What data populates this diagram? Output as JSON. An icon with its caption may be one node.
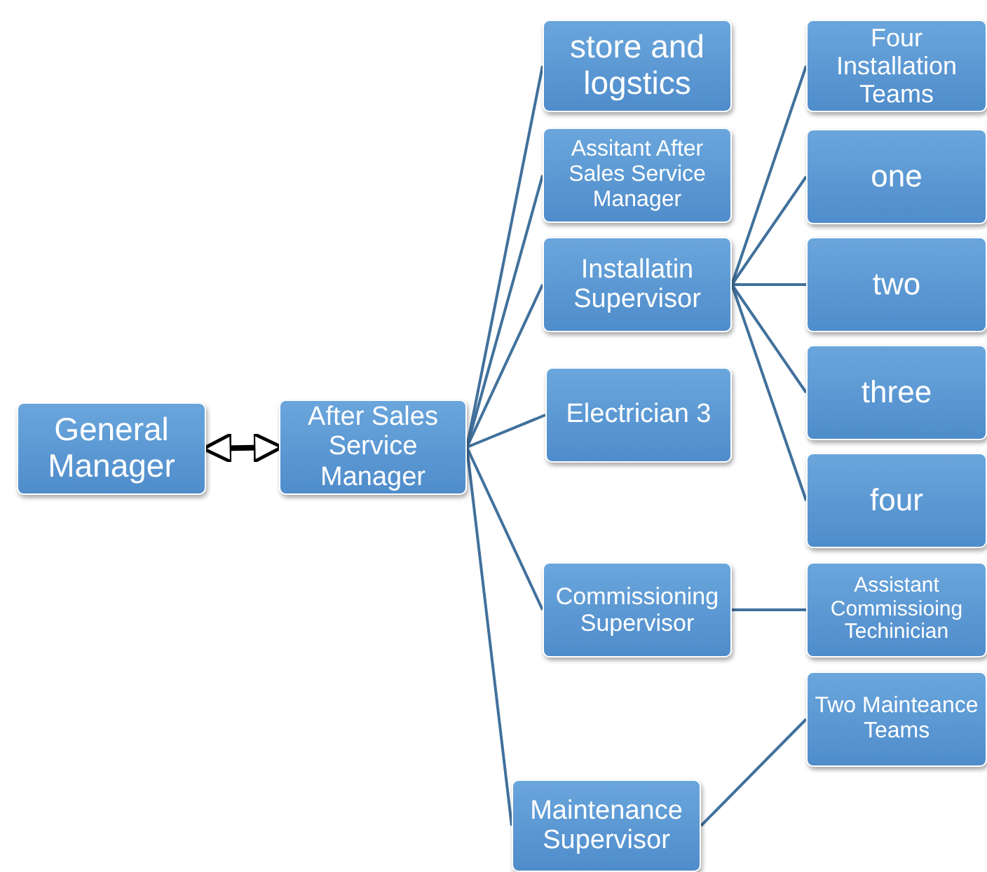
{
  "diagram": {
    "nodes": [
      {
        "text": [
          "General Manager"
        ]
      },
      {
        "text": [
          "After Sales Service Manager"
        ]
      },
      {
        "text": [
          "store and logstics"
        ]
      },
      {
        "text": [
          "Assitant After Sales Service Manager"
        ]
      },
      {
        "text": [
          "Installatin Supervisor"
        ]
      },
      {
        "text": [
          "Electrician 3"
        ]
      },
      {
        "text": [
          "Commissioning Supervisor"
        ]
      },
      {
        "text": [
          "Maintenance Supervisor"
        ]
      },
      {
        "text": [
          "Four Installation Teams"
        ]
      },
      {
        "text": [
          "one"
        ]
      },
      {
        "text": [
          "two"
        ]
      },
      {
        "text": [
          "three"
        ]
      },
      {
        "text": [
          "four"
        ]
      },
      {
        "text": [
          "Assistant Commissioing Techinician"
        ]
      },
      {
        "text": [
          "Two Mainteance Teams"
        ]
      }
    ],
    "edges": [
      {
        "from": 0,
        "to": 1,
        "arrow": "both",
        "style": "thick",
        "color": "#000000"
      },
      {
        "from": 1,
        "to": 2,
        "arrow": "none"
      },
      {
        "from": 1,
        "to": 3,
        "arrow": "none"
      },
      {
        "from": 1,
        "to": 4,
        "arrow": "none"
      },
      {
        "from": 1,
        "to": 5,
        "arrow": "none"
      },
      {
        "from": 1,
        "to": 6,
        "arrow": "none"
      },
      {
        "from": 1,
        "to": 7,
        "arrow": "none"
      },
      {
        "from": 4,
        "to": 8,
        "arrow": "none"
      },
      {
        "from": 4,
        "to": 9,
        "arrow": "none"
      },
      {
        "from": 4,
        "to": 10,
        "arrow": "none"
      },
      {
        "from": 4,
        "to": 11,
        "arrow": "none"
      },
      {
        "from": 4,
        "to": 12,
        "arrow": "none"
      },
      {
        "from": 6,
        "to": 13,
        "arrow": "none"
      },
      {
        "from": 7,
        "to": 14,
        "arrow": "none"
      }
    ]
  }
}
